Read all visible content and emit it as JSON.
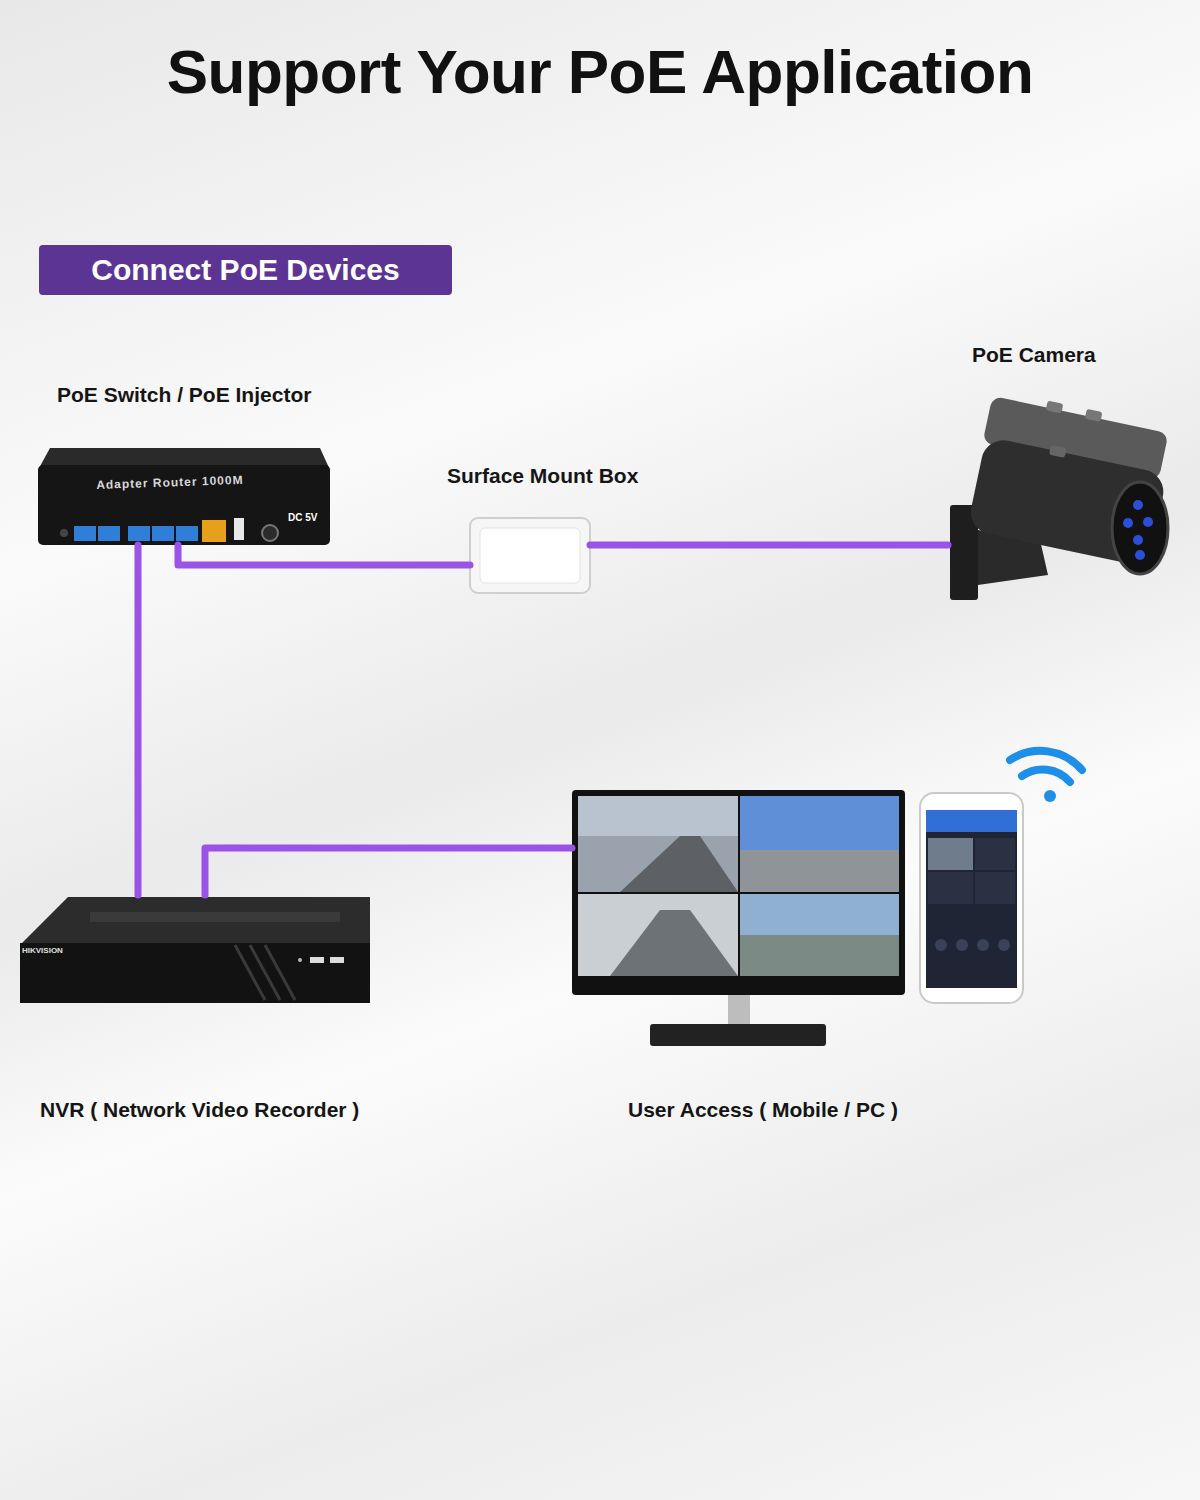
{
  "diagram": {
    "title": "Support Your PoE Application",
    "nodes": [
      {
        "text": [
          "Connect PoE Devices"
        ]
      },
      {
        "text": [
          "PoE Camera"
        ]
      },
      {
        "text": [
          "PoE Switch / PoE Injector"
        ]
      },
      {
        "text": [
          "Surface Mount Box"
        ]
      },
      {
        "text": [
          "NVR ( Network Video Recorder )"
        ]
      },
      {
        "text": [
          "User Access ( Mobile / PC )"
        ]
      }
    ],
    "edges": [
      {
        "from": 2,
        "to": 3,
        "arrow": "none"
      },
      {
        "from": 3,
        "to": 1,
        "arrow": "none"
      },
      {
        "from": 2,
        "to": 4,
        "arrow": "none"
      },
      {
        "from": 4,
        "to": 5,
        "arrow": "none"
      }
    ],
    "labels": [
      "Adapter Router 1000M",
      "DC 5V",
      "HIKVISION"
    ]
  }
}
